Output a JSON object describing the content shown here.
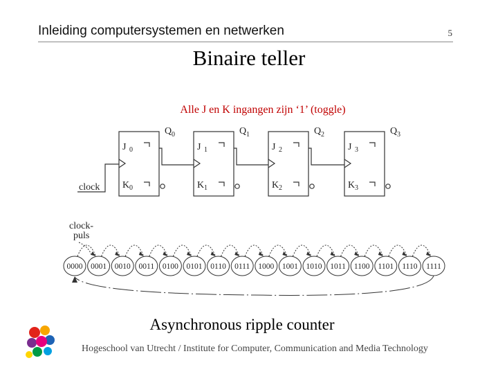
{
  "header": {
    "title": "Inleiding computersystemen en netwerken",
    "page_number": "5"
  },
  "slide": {
    "title": "Binaire teller",
    "subtitle": "Alle J en K ingangen zijn ‘1’ (toggle)",
    "caption": "Asynchronous ripple counter"
  },
  "footer": {
    "text": "Hogeschool van Utrecht / Institute for Computer, Communication and Media Technology"
  },
  "diagram": {
    "clock_label": "clock",
    "pulse_label": [
      "clock-",
      "puls"
    ],
    "flipflops": [
      {
        "j": "J",
        "k": "K",
        "index": "0",
        "q": "Q",
        "q_index": "0"
      },
      {
        "j": "J",
        "k": "K",
        "index": "1",
        "q": "Q",
        "q_index": "1"
      },
      {
        "j": "J",
        "k": "K",
        "index": "2",
        "q": "Q",
        "q_index": "2"
      },
      {
        "j": "J",
        "k": "K",
        "index": "3",
        "q": "Q",
        "q_index": "3"
      }
    ],
    "states": [
      "0000",
      "0001",
      "0010",
      "0011",
      "0100",
      "0101",
      "0110",
      "0111",
      "1000",
      "1001",
      "1010",
      "1011",
      "1100",
      "1101",
      "1110",
      "1111"
    ]
  }
}
